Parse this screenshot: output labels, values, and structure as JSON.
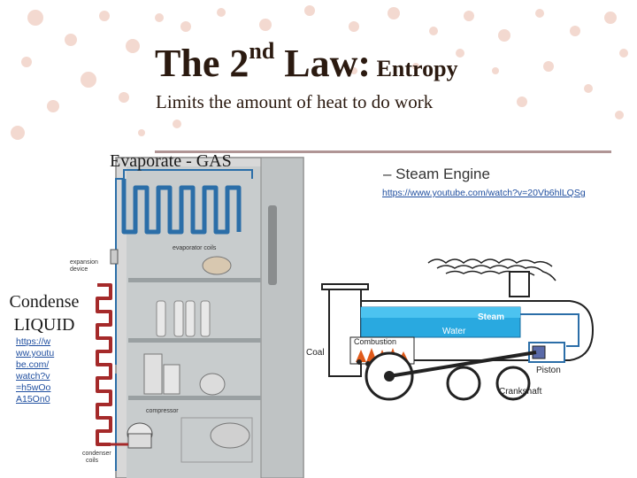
{
  "slide": {
    "title_part1": "The 2",
    "title_sup": "nd",
    "title_part2": " Law:",
    "title_part3": " Entropy",
    "subtitle": "Limits the amount of heat to do work",
    "evaporate_label": "Evaporate - GAS",
    "condense_label_1": "Condense",
    "condense_label_2": "LIQUID",
    "bullet_text": "– Steam Engine",
    "link_1": "https://www.youtube.com/watch?v=20Vb6hlLQSg",
    "link_2": "https://www.youtube.com/watch?v=h5wOoA15On0"
  },
  "fridge_diagram": {
    "expansion_label_1": "expansion",
    "expansion_label_2": "device",
    "evaporator_label": "evaporator coils",
    "compressor_label": "compressor",
    "condenser_label_1": "condenser",
    "condenser_label_2": "coils"
  },
  "engine_diagram": {
    "steam": "Steam",
    "water": "Water",
    "combustion": "Combustion",
    "coal": "Coal",
    "piston": "Piston",
    "crankshaft": "Crankshaft"
  },
  "colors": {
    "title_text": "#2b1a10",
    "link": "#1f4e9f",
    "rule": "#b09595",
    "dots": "#f3d9d0",
    "coil_blue": "#2b6ea8",
    "coil_red": "#a52a2a",
    "water": "#29a9e0"
  }
}
